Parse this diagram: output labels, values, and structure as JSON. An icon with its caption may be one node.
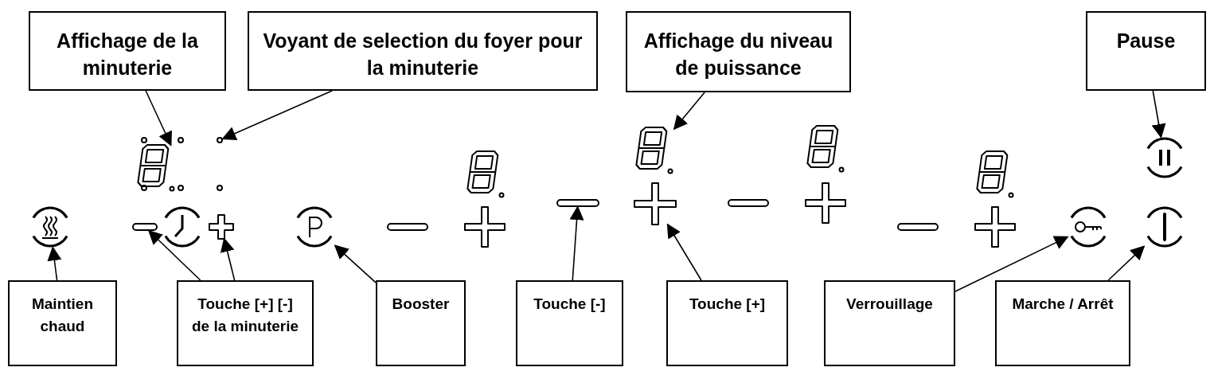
{
  "diagram": {
    "nodes": [
      {
        "text": [
          "Affichage de la minuterie"
        ]
      },
      {
        "text": [
          "Voyant de selection du foyer pour la minuterie"
        ]
      },
      {
        "text": [
          "Affichage du niveau de puissance"
        ]
      },
      {
        "text": [
          "Pause"
        ]
      },
      {
        "text": [
          "Maintien chaud"
        ]
      },
      {
        "text": [
          "Touche [+] [-] de la minuterie"
        ]
      },
      {
        "text": [
          "Booster"
        ]
      },
      {
        "text": [
          "Touche [-]"
        ]
      },
      {
        "text": [
          "Touche [+]"
        ]
      },
      {
        "text": [
          "Verrouillage"
        ]
      },
      {
        "text": [
          "Marche / Arrêt"
        ]
      },
      {
        "text": [],
        "shape": "display"
      },
      {
        "text": [],
        "shape": "dot"
      },
      {
        "text": [],
        "shape": "display"
      },
      {
        "text": [],
        "shape": "circle"
      },
      {
        "text": [],
        "shape": "circle"
      },
      {
        "text": [],
        "shape": "bar"
      },
      {
        "text": [],
        "shape": "cross"
      },
      {
        "text": [],
        "shape": "circle"
      },
      {
        "text": [],
        "shape": "bar"
      },
      {
        "text": [],
        "shape": "cross"
      },
      {
        "text": [],
        "shape": "circle"
      },
      {
        "text": [],
        "shape": "circle"
      }
    ],
    "edges": [
      {
        "from": 0,
        "to": 11,
        "arrow": "to"
      },
      {
        "from": 1,
        "to": 12,
        "arrow": "to"
      },
      {
        "from": 2,
        "to": 13,
        "arrow": "to"
      },
      {
        "from": 3,
        "to": 14,
        "arrow": "to"
      },
      {
        "from": 4,
        "to": 15,
        "arrow": "to"
      },
      {
        "from": 5,
        "to": 16,
        "arrow": "to"
      },
      {
        "from": 5,
        "to": 17,
        "arrow": "to"
      },
      {
        "from": 6,
        "to": 18,
        "arrow": "to"
      },
      {
        "from": 7,
        "to": 19,
        "arrow": "to"
      },
      {
        "from": 8,
        "to": 20,
        "arrow": "to"
      },
      {
        "from": 9,
        "to": 21,
        "arrow": "to"
      },
      {
        "from": 10,
        "to": 22,
        "arrow": "to"
      }
    ]
  }
}
